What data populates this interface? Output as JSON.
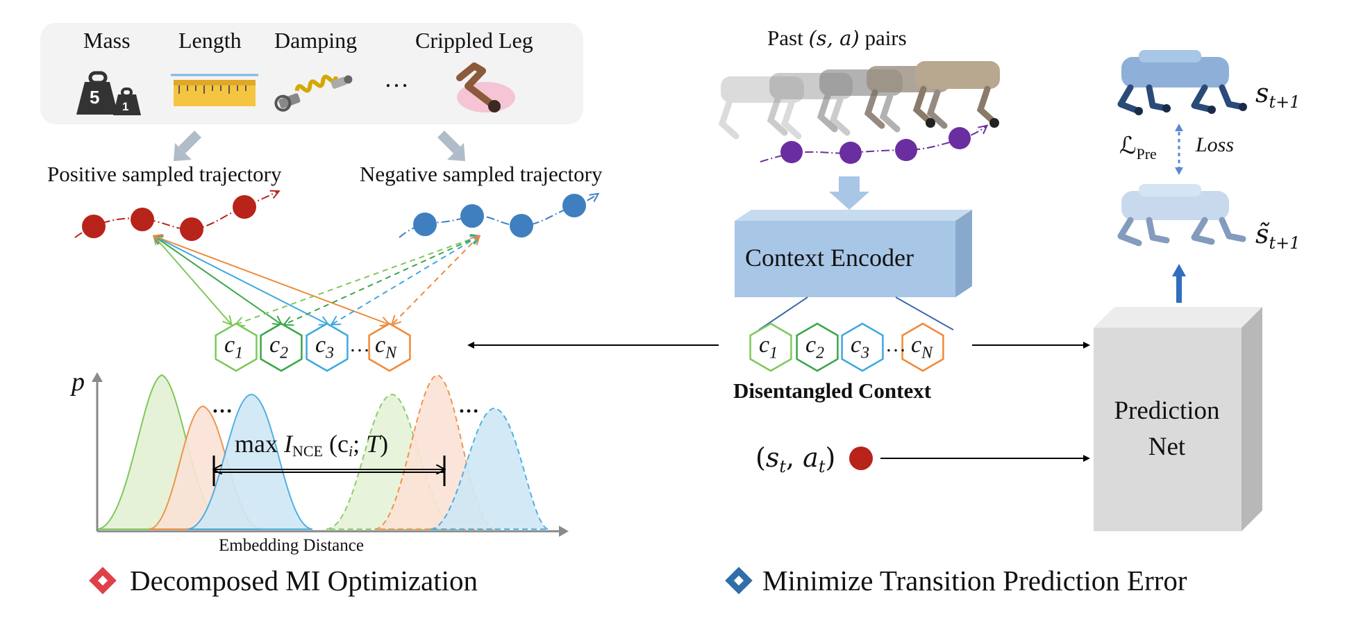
{
  "factors": {
    "mass": "Mass",
    "length": "Length",
    "damping": "Damping",
    "ellipsis": "…",
    "crippled_leg": "Crippled Leg",
    "mass_big_digit": "5",
    "mass_small_digit": "1"
  },
  "trajectories": {
    "positive": "Positive sampled trajectory",
    "negative": "Negative sampled trajectory"
  },
  "contexts": {
    "left": [
      {
        "base": "c",
        "sub": "1"
      },
      {
        "base": "c",
        "sub": "2"
      },
      {
        "base": "c",
        "sub": "3"
      },
      {
        "base": "c",
        "sub": "N"
      }
    ],
    "right": [
      {
        "base": "c",
        "sub": "1"
      },
      {
        "base": "c",
        "sub": "2"
      },
      {
        "base": "c",
        "sub": "3"
      },
      {
        "base": "c",
        "sub": "N"
      }
    ],
    "dots": "…",
    "disentangled_label": "Disentangled Context"
  },
  "mi_plot": {
    "y_axis": "p",
    "x_axis": "Embedding Distance",
    "objective_prefix": "max",
    "objective_I": "I",
    "objective_sub": "NCE",
    "objective_args": "(c",
    "objective_i": "i",
    "objective_sep": "; ",
    "objective_T": "T",
    "objective_close": ")",
    "dots_left": "…",
    "dots_right": "…"
  },
  "encoder": {
    "past_pairs_prefix": "Past ",
    "past_pairs_math": "(s, a)",
    "past_pairs_suffix": " pairs",
    "box_label": "Context Encoder"
  },
  "prediction": {
    "box_line1": "Prediction",
    "box_line2": "Net",
    "input_s": "s",
    "input_a": "a",
    "input_t": "t",
    "state_next": "s",
    "state_pred": "s̃",
    "next_sub": "t+1",
    "loss_L": "ℒ",
    "loss_sub": "Pre",
    "loss_text": "Loss"
  },
  "sections": {
    "left": "Decomposed MI Optimization",
    "right": "Minimize Transition Prediction Error"
  },
  "colors": {
    "c1": "#7ec85a",
    "c2": "#3aa64a",
    "c3": "#3ea8de",
    "cN": "#ee8a3a",
    "red_dot": "#b8231a",
    "blue_dot": "#3f7fc0",
    "purple_dot": "#6a2ea0",
    "encoder_fill": "#a8c6e6",
    "prediction_fill": "#dadada",
    "diamond_red": "#e0404a",
    "diamond_blue": "#2f6ea8"
  }
}
